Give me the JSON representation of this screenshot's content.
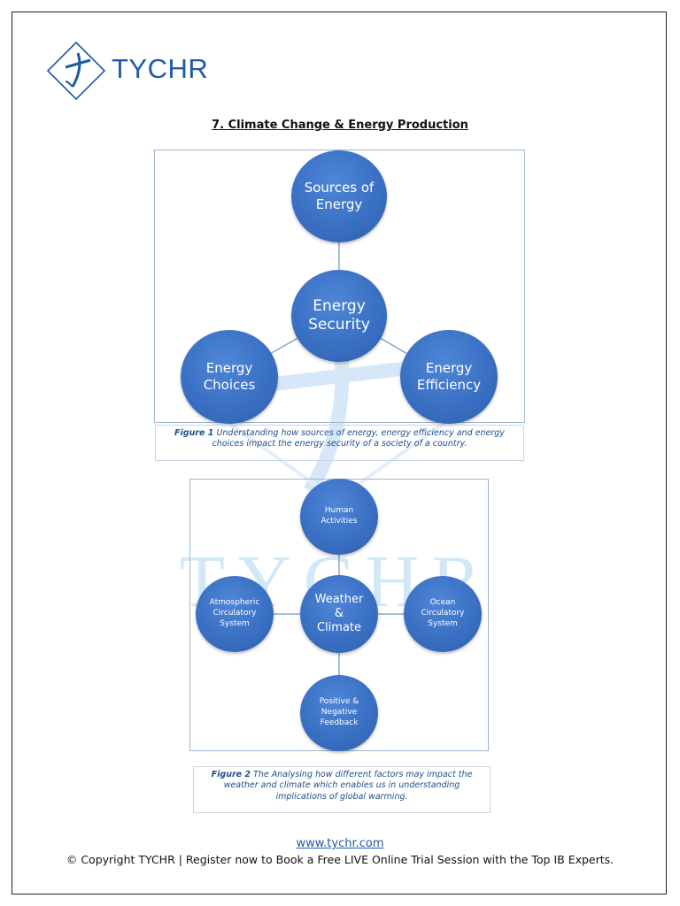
{
  "brand": {
    "name": "TYCHR"
  },
  "document": {
    "title": "7. Climate Change & Energy Production"
  },
  "figure1": {
    "nodes": {
      "top": "Sources of Energy",
      "center": "Energy Security",
      "left": "Energy Choices",
      "right": "Energy Efficiency"
    },
    "caption_label": "Figure 1",
    "caption_text": "Understanding how sources of energy, energy efficiency and energy choices impact the energy security of a society of a country."
  },
  "figure2": {
    "nodes": {
      "top": "Human Activities",
      "center": "Weather & Climate",
      "left": "Atmospheric Circulatory System",
      "right": "Ocean Circulatory System",
      "bottom": "Positive & Negative Feedback"
    },
    "caption_label": "Figure 2",
    "caption_text": "The Analysing how different factors may impact the weather and climate which enables us in understanding implications of global warming."
  },
  "watermark": {
    "text": "TYCHR"
  },
  "footer": {
    "url": "www.tychr.com",
    "copyright": "© Copyright TYCHR | Register now to Book a Free LIVE Online Trial Session with the Top IB Experts."
  },
  "colors": {
    "brand_blue": "#1f5aa8",
    "node_blue": "#3a70c4",
    "watermark": "#cfe4f6"
  }
}
